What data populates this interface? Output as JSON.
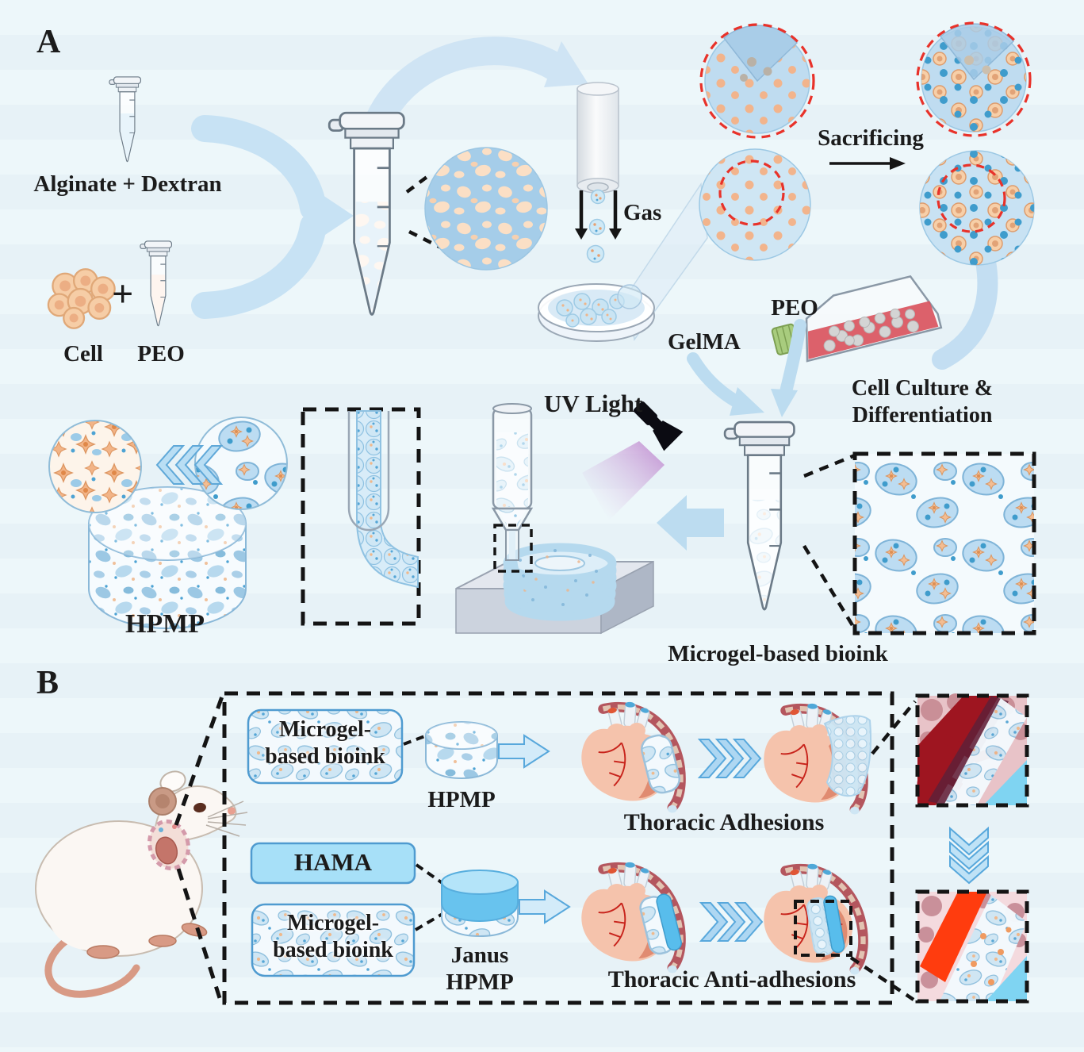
{
  "panel_a": {
    "label": "A",
    "alginate_dextran": "Alginate + Dextran",
    "plus": "+",
    "cell": "Cell",
    "peo": "PEO",
    "gas": "Gas",
    "sacrificing": "Sacrificing",
    "peo2": "PEO",
    "gelma": "GelMA",
    "cell_culture_line1": "Cell Culture &",
    "cell_culture_line2": "Differentiation",
    "uv_light": "UV Light",
    "hpmp": "HPMP",
    "microgel_bioink": "Microgel-based bioink"
  },
  "panel_b": {
    "label": "B",
    "bioink_box_line1": "Microgel-",
    "bioink_box_line2": "based bioink",
    "hpmp": "HPMP",
    "thoracic_adhesions": "Thoracic Adhesions",
    "hama": "HAMA",
    "bioink_box2_line1": "Microgel-",
    "bioink_box2_line2": "based bioink",
    "janus_line1": "Janus",
    "janus_line2": "HPMP",
    "thoracic_anti_adhesions": "Thoracic Anti-adhesions"
  },
  "colors": {
    "background": "#eaf4f8",
    "flow_arrow_blue": "#c7e2f4",
    "outline_arrow_fill": "#cfe8f8",
    "outline_arrow_stroke": "#58a8dc",
    "dashed_red": "#e8322a",
    "dashed_black": "#141414",
    "text": "#1b1b1b",
    "hama_fill": "#a7e0f8",
    "cyan_layer": "#58bdec",
    "heart_body": "#f5c3ac",
    "rib_band": "#b4565e",
    "flask_medium": "#d9545e",
    "flask_cap": "#a8cc7e",
    "uv_beam": "#c9a0d8",
    "microgel_blue": "#cfe6f4",
    "cell_orange": "#f2b48c"
  }
}
